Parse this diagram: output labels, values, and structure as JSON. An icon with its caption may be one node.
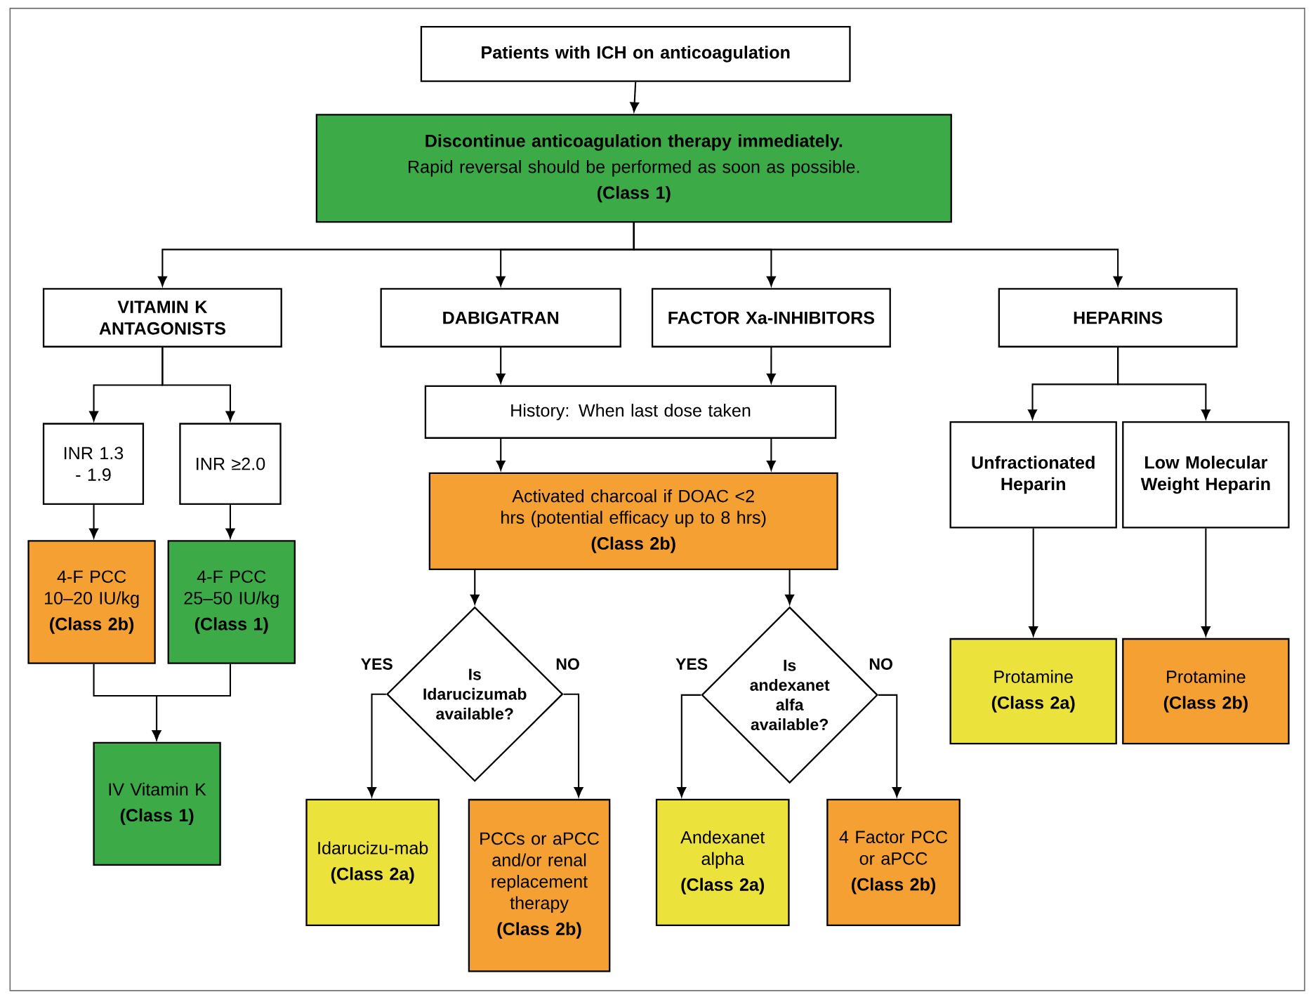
{
  "diagram": {
    "nodes": [
      {
        "text": [
          "Patients with ICH on anticoagulation"
        ]
      },
      {
        "text": [
          "Discontinue anticoagulation therapy immediately.",
          "Rapid reversal should be performed as soon as possible.",
          "(Class 1)"
        ]
      },
      {
        "text": [
          "VITAMIN K ANTAGONISTS"
        ]
      },
      {
        "text": [
          "DABIGATRAN"
        ]
      },
      {
        "text": [
          "FACTOR Xa-INHIBITORS"
        ]
      },
      {
        "text": [
          "HEPARINS"
        ]
      },
      {
        "text": [
          "INR 1.3 - 1.9"
        ]
      },
      {
        "text": [
          "INR ≥2.0"
        ]
      },
      {
        "text": [
          "4-F PCC 10–20 IU/kg",
          "(Class 2b)"
        ]
      },
      {
        "text": [
          "4-F PCC 25–50 IU/kg",
          "(Class 1)"
        ]
      },
      {
        "text": [
          "IV Vitamin K",
          "(Class 1)"
        ]
      },
      {
        "text": [
          "History: When last dose taken"
        ]
      },
      {
        "text": [
          "Activated charcoal if DOAC <2 hrs (potential efficacy up to 8 hrs)",
          "(Class 2b)"
        ]
      },
      {
        "text": [
          "Is Idarucizumab available?"
        ]
      },
      {
        "text": [
          "Is andexanet alfa available?"
        ]
      },
      {
        "text": [
          "Idarucizu-mab",
          "(Class 2a)"
        ]
      },
      {
        "text": [
          "PCCs or aPCC and/or renal replacement therapy",
          "(Class 2b)"
        ]
      },
      {
        "text": [
          "Andexanet alpha",
          "(Class 2a)"
        ]
      },
      {
        "text": [
          "4 Factor PCC or aPCC",
          "(Class 2b)"
        ]
      },
      {
        "text": [
          "Unfractionated Heparin"
        ]
      },
      {
        "text": [
          "Low Molecular Weight Heparin"
        ]
      },
      {
        "text": [
          "Protamine",
          "(Class 2a)"
        ]
      },
      {
        "text": [
          "Protamine",
          "(Class 2b)"
        ]
      }
    ],
    "edges": [
      {
        "from": 0,
        "to": 1,
        "arrow": "to"
      },
      {
        "from": 1,
        "to": 2,
        "arrow": "to"
      },
      {
        "from": 1,
        "to": 3,
        "arrow": "to"
      },
      {
        "from": 1,
        "to": 4,
        "arrow": "to"
      },
      {
        "from": 1,
        "to": 5,
        "arrow": "to"
      },
      {
        "from": 2,
        "to": 6,
        "arrow": "to"
      },
      {
        "from": 2,
        "to": 7,
        "arrow": "to"
      },
      {
        "from": 6,
        "to": 8,
        "arrow": "to"
      },
      {
        "from": 7,
        "to": 9,
        "arrow": "to"
      },
      {
        "from": 8,
        "to": 10,
        "arrow": "to"
      },
      {
        "from": 9,
        "to": 10,
        "arrow": "to"
      },
      {
        "from": 3,
        "to": 11,
        "arrow": "to"
      },
      {
        "from": 4,
        "to": 11,
        "arrow": "to"
      },
      {
        "from": 11,
        "to": 12,
        "arrow": "to"
      },
      {
        "from": 11,
        "to": 12,
        "arrow": "to"
      },
      {
        "from": 12,
        "to": 13,
        "arrow": "to"
      },
      {
        "from": 12,
        "to": 14,
        "arrow": "to"
      },
      {
        "from": 13,
        "to": 15,
        "arrow": "to",
        "label": "YES"
      },
      {
        "from": 13,
        "to": 16,
        "arrow": "to",
        "label": "NO"
      },
      {
        "from": 14,
        "to": 17,
        "arrow": "to",
        "label": "YES"
      },
      {
        "from": 14,
        "to": 18,
        "arrow": "to",
        "label": "NO"
      },
      {
        "from": 5,
        "to": 19,
        "arrow": "to"
      },
      {
        "from": 5,
        "to": 20,
        "arrow": "to"
      },
      {
        "from": 19,
        "to": 21,
        "arrow": "to"
      },
      {
        "from": 20,
        "to": 22,
        "arrow": "to"
      }
    ]
  }
}
